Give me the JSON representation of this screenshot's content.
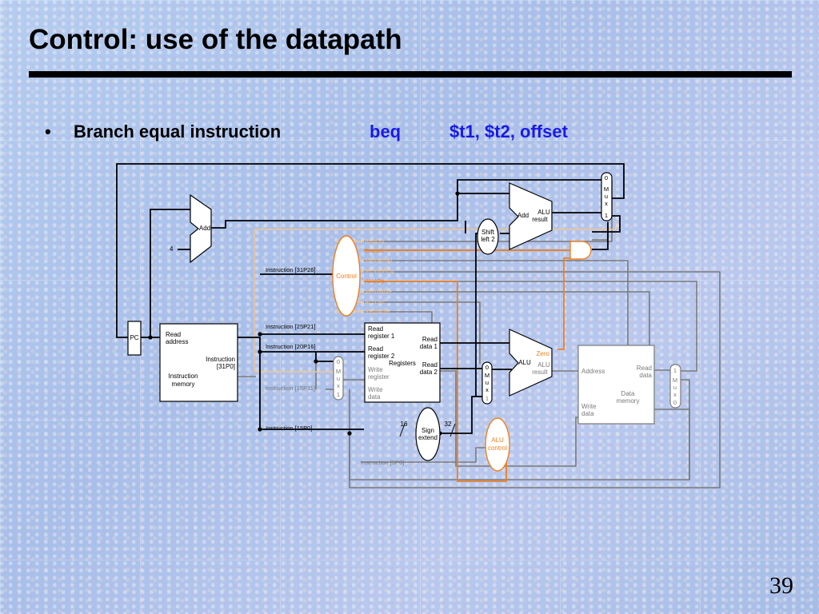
{
  "slide": {
    "title": "Control: use of the datapath",
    "bullet": {
      "symbol": "•",
      "text": "Branch equal instruction",
      "opcode": "beq",
      "operands": "$t1, $t2, offset"
    },
    "page_number": "39"
  },
  "colors": {
    "title": "#000000",
    "accent_blue": "#1a1ae6",
    "wire_active": "#000000",
    "wire_inactive": "#7a7a7a",
    "control_orange": "#f08020",
    "control_inactive": "#f5c590"
  },
  "diagram": {
    "pc": "PC",
    "add_top": "Add",
    "const_four": "4",
    "instruction_memory": {
      "read_address_1": "Read",
      "read_address_2": "address",
      "instruction_1": "Instruction",
      "instruction_2": "[31P0]",
      "name_1": "Instruction",
      "name_2": "memory"
    },
    "instr_fields": {
      "f31_26": "Instruction [31P26]",
      "f25_21": "Instruction [25P21]",
      "f20_16": "Instruction [20P16]",
      "f15_11": "Instruction [15P11]",
      "f15_0": "Instruction [15P0]",
      "f5_0": "Instruction [5P0]"
    },
    "control": {
      "name": "Control",
      "signals": [
        "RegDst",
        "Branch",
        "MemRead",
        "MemtoReg",
        "ALUOp",
        "MemWrite",
        "ALUSrc",
        "RegWrite"
      ]
    },
    "shift_left": {
      "line1": "Shift",
      "line2": "left 2"
    },
    "branch_adder": {
      "add": "Add",
      "alu": "ALU",
      "result": "result"
    },
    "mux_pc": {
      "top": "0",
      "letters": [
        "M",
        "u",
        "x"
      ],
      "bottom": "1"
    },
    "mux_regdst": {
      "top": "0",
      "letters": [
        "M",
        "u",
        "x"
      ],
      "bottom": "1"
    },
    "mux_alusrc": {
      "top": "0",
      "letters": [
        "M",
        "u",
        "x"
      ],
      "bottom": "1"
    },
    "mux_memtoreg": {
      "top": "1",
      "letters": [
        "M",
        "u",
        "x"
      ],
      "bottom": "0"
    },
    "registers": {
      "read_reg1_1": "Read",
      "read_reg1_2": "register 1",
      "read_reg2_1": "Read",
      "read_reg2_2": "register 2",
      "write_reg_1": "Write",
      "write_reg_2": "register",
      "write_data_1": "Write",
      "write_data_2": "data",
      "read_data1_1": "Read",
      "read_data1_2": "data 1",
      "read_data2_1": "Read",
      "read_data2_2": "data 2",
      "name": "Registers"
    },
    "alu": {
      "name": "ALU",
      "zero": "Zero",
      "result1": "ALU",
      "result2": "result"
    },
    "data_memory": {
      "address": "Address",
      "read_data_1": "Read",
      "read_data_2": "data",
      "write_data_1": "Write",
      "write_data_2": "data",
      "name_1": "Data",
      "name_2": "memory"
    },
    "sign_extend": {
      "line1": "Sign",
      "line2": "extend",
      "in_bits": "16",
      "out_bits": "32"
    },
    "alu_control": {
      "line1": "ALU",
      "line2": "control"
    }
  }
}
